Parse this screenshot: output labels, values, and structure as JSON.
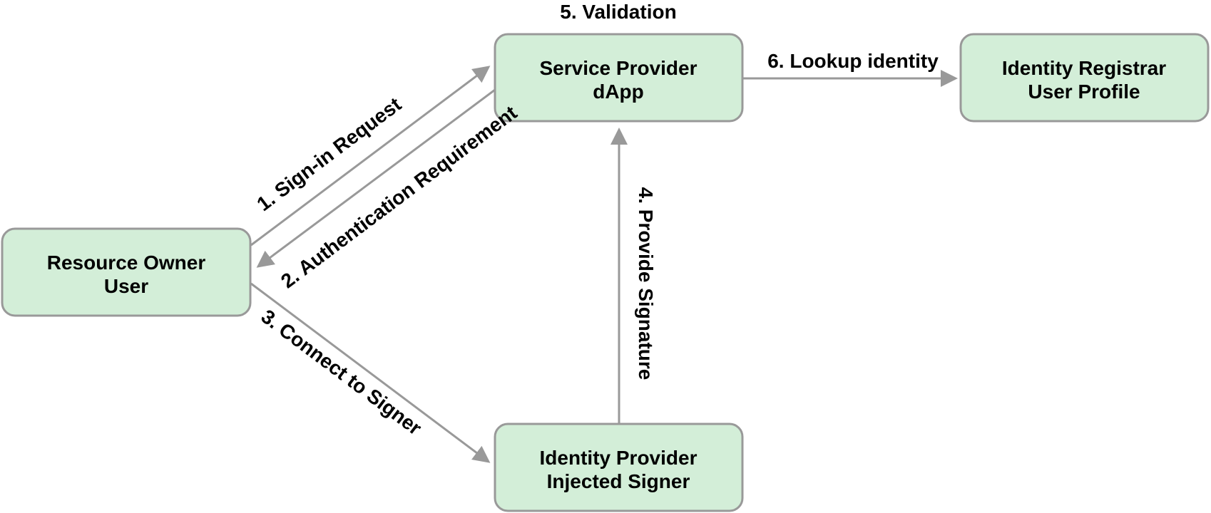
{
  "nodes": {
    "resource_owner": {
      "line1": "Resource Owner",
      "line2": "User"
    },
    "service_provider": {
      "line1": "Service Provider",
      "line2": "dApp"
    },
    "identity_registrar": {
      "line1": "Identity Registrar",
      "line2": "User Profile"
    },
    "identity_provider": {
      "line1": "Identity Provider",
      "line2": "Injected Signer"
    }
  },
  "edges": {
    "sign_in": "1. Sign-in Request",
    "auth_req": "2. Authentication Requirement",
    "connect": "3. Connect to Signer",
    "signature": "4. Provide Signature",
    "validation": "5. Validation",
    "lookup": "6. Lookup identity"
  },
  "colors": {
    "node_fill": "#d3eed8",
    "node_stroke": "#999999",
    "edge": "#999999",
    "text": "#000000"
  }
}
